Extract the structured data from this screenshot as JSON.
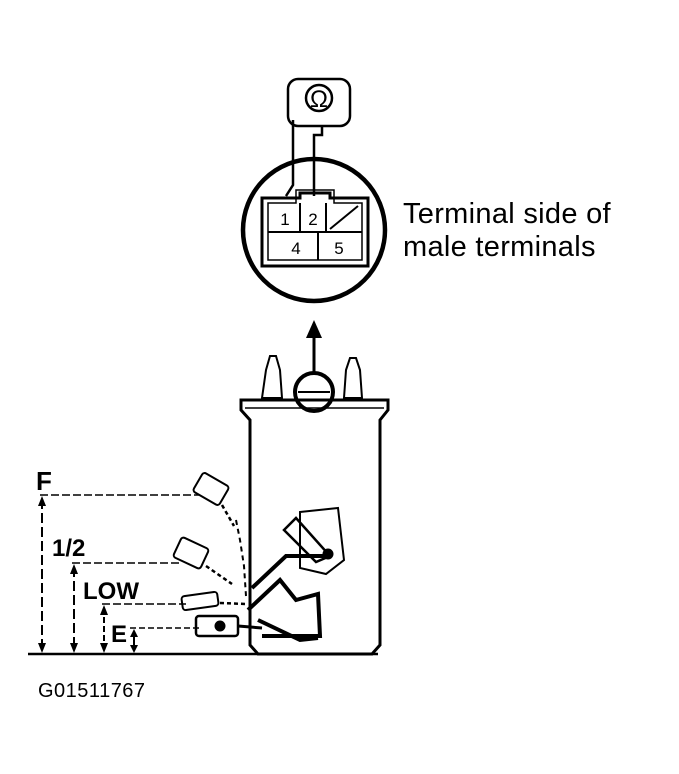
{
  "meter": {
    "symbol": "Ω"
  },
  "connector": {
    "terminals": [
      "1",
      "2",
      "4",
      "5"
    ]
  },
  "callout": {
    "line1": "Terminal side of",
    "line2": "male terminals"
  },
  "float_levels": {
    "full": "F",
    "half": "1/2",
    "low": "LOW",
    "empty": "E"
  },
  "figure_id": "G01511767"
}
